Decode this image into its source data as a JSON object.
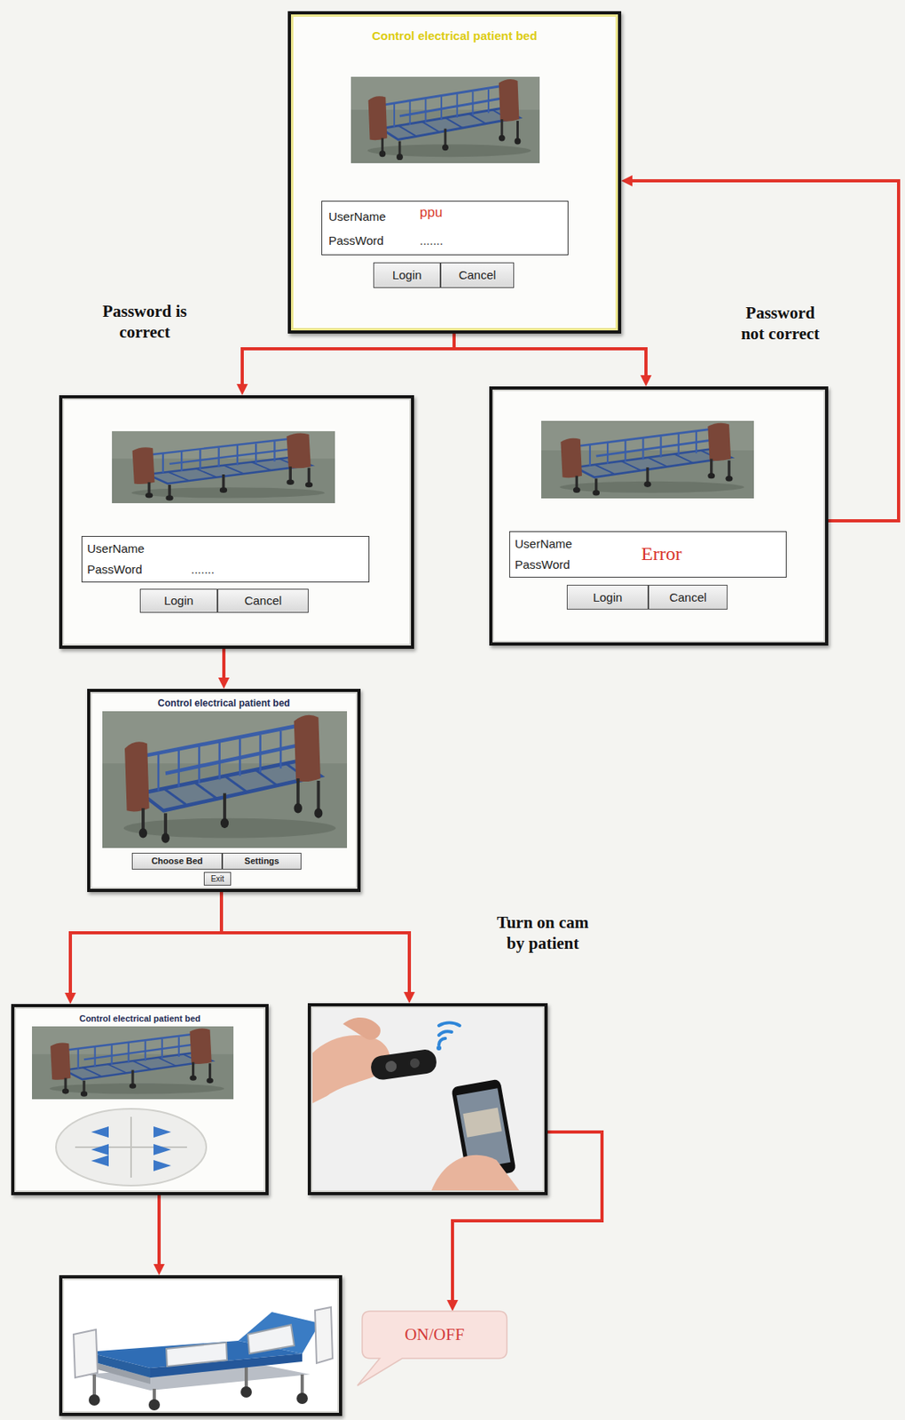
{
  "diagram": {
    "nodes": [
      {
        "text": [
          "Control electrical patient bed"
        ]
      },
      {
        "text": [
          "UserName",
          "ppu",
          "PassWord",
          "......."
        ],
        "in": 0
      },
      {
        "text": [
          "Login"
        ],
        "in": 0
      },
      {
        "text": [
          "Cancel"
        ],
        "in": 0
      },
      {
        "text": []
      },
      {
        "text": [
          "UserName",
          "PassWord",
          "......."
        ],
        "in": 4
      },
      {
        "text": [
          "Login"
        ],
        "in": 4
      },
      {
        "text": [
          "Cancel"
        ],
        "in": 4
      },
      {
        "text": []
      },
      {
        "text": [
          "UserName",
          "PassWord",
          "Error"
        ],
        "in": 8
      },
      {
        "text": [
          "Login"
        ],
        "in": 8
      },
      {
        "text": [
          "Cancel"
        ],
        "in": 8
      },
      {
        "text": [
          "Control electrical patient bed"
        ]
      },
      {
        "text": [
          "Choose Bed"
        ],
        "in": 12
      },
      {
        "text": [
          "Settings"
        ],
        "in": 12
      },
      {
        "text": [
          "Exit"
        ],
        "in": 12
      },
      {
        "text": [
          "Control electrical patient bed"
        ]
      },
      {
        "text": []
      },
      {
        "text": []
      },
      {
        "text": [
          "ON/OFF"
        ]
      }
    ],
    "edges": [
      {
        "from": 0,
        "to": 4,
        "arrow": "to",
        "label": "Password is correct"
      },
      {
        "from": 0,
        "to": 8,
        "arrow": "to",
        "label": "Password not correct"
      },
      {
        "from": 8,
        "to": 0,
        "arrow": "to"
      },
      {
        "from": 4,
        "to": 12,
        "arrow": "to"
      },
      {
        "from": 12,
        "to": 16,
        "arrow": "to"
      },
      {
        "from": 12,
        "to": 17,
        "arrow": "to",
        "label": "Turn on cam by patient"
      },
      {
        "from": 16,
        "to": 18,
        "arrow": "to"
      },
      {
        "from": 17,
        "to": 19,
        "arrow": "to"
      }
    ]
  }
}
